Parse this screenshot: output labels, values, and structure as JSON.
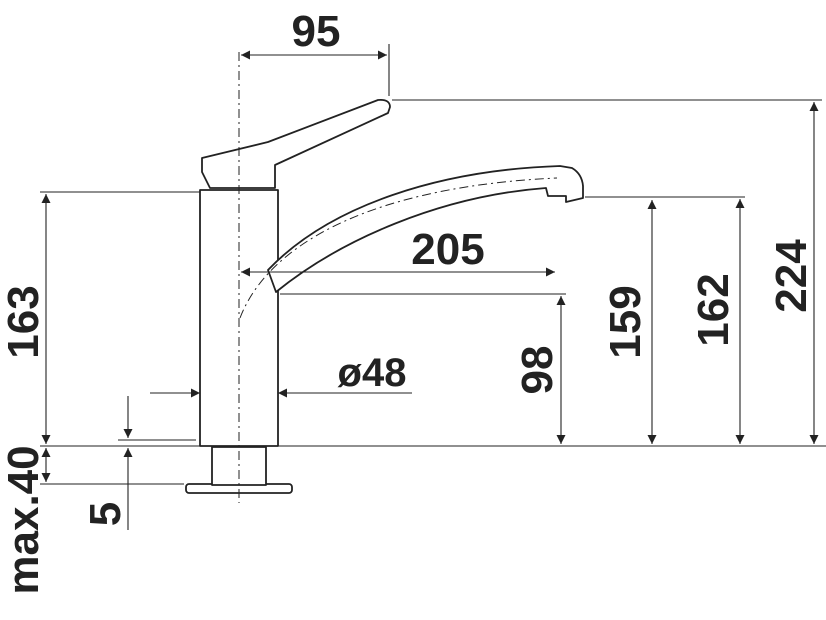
{
  "dimensions": {
    "handle_offset": "95",
    "spout_reach": "205",
    "body_diameter": "ø48",
    "body_height": "163",
    "mount_depth": "max.40",
    "base_thickness": "5",
    "spout_low": "98",
    "spout_outlet_159": "159",
    "spout_top_162": "162",
    "total_height": "224"
  },
  "colors": {
    "line": "#222222",
    "background": "#ffffff"
  }
}
